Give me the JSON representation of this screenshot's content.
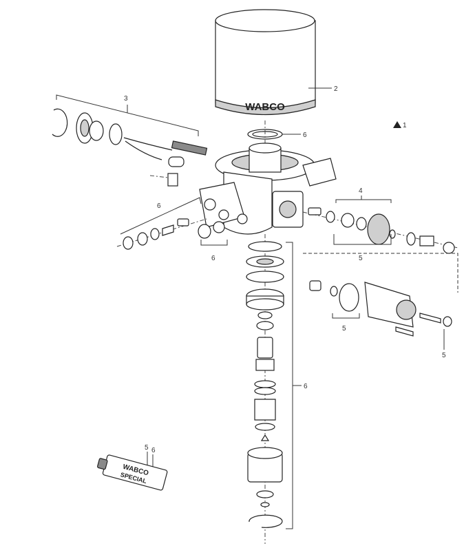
{
  "labels": {
    "cartridge": "2",
    "heater_kit": "3",
    "valve_kit": "4",
    "repair_kit_right": "5",
    "repair_kit_mid": "5",
    "repair_kit_bottom": "5",
    "tube_5": "5",
    "tube_6": "6",
    "seal_top": "6",
    "left_kit": "6",
    "left_small": "6",
    "column_kit": "6",
    "marker": "1"
  },
  "brand": {
    "cartridge_text": "WABCO",
    "tube_text": "WABCO",
    "tube_sub": "SPECIAL"
  },
  "icons": {
    "marker": "triangle-icon"
  },
  "colors": {
    "line": "#333333",
    "fill": "#ffffff",
    "shade": "#cfcfcf"
  }
}
